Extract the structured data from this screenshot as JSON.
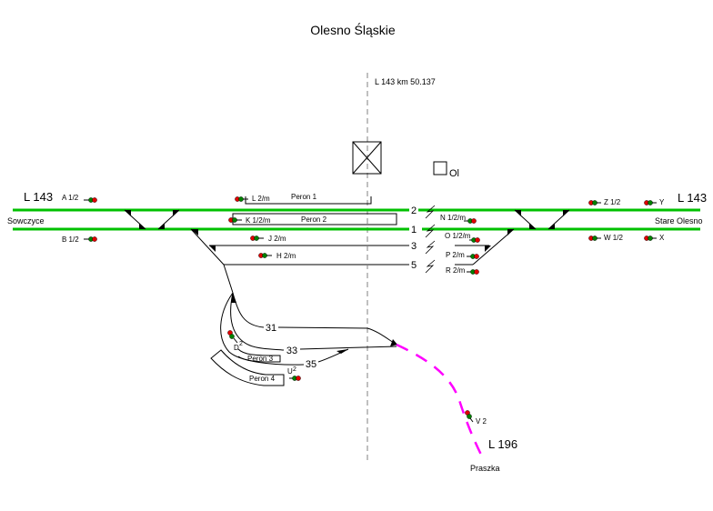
{
  "title": "Olesno Śląskie",
  "km_marker": "L 143  km  50.137",
  "colors": {
    "main_track": "#00c000",
    "side_track": "#808080",
    "branch_line": "#ff00ff",
    "signal_red": "#e00000",
    "signal_green": "#008000",
    "text": "#000000"
  },
  "lines": {
    "left_line": "L 143",
    "right_line": "L 143",
    "branch_line": "L 196"
  },
  "directions": {
    "left": "Sowczyce",
    "right": "Stare Olesno",
    "branch": "Praszka"
  },
  "station_building_label": "Ol",
  "tracks": [
    {
      "number": "2",
      "type": "main"
    },
    {
      "number": "1",
      "type": "main"
    },
    {
      "number": "3",
      "type": "side"
    },
    {
      "number": "5",
      "type": "side"
    },
    {
      "number": "31",
      "type": "side"
    },
    {
      "number": "33",
      "type": "side"
    },
    {
      "number": "35",
      "type": "side"
    }
  ],
  "platforms": [
    {
      "name": "Peron 1"
    },
    {
      "name": "Peron 2"
    },
    {
      "name": "Peron 3"
    },
    {
      "name": "Peron 4"
    }
  ],
  "signals": {
    "A": "A 1/2",
    "B": "B 1/2",
    "L": "L 2/m",
    "K": "K 1/2/m",
    "J": "J 2/m",
    "H": "H 2/m",
    "N": "N 1/2/m",
    "O": "O 1/2/m",
    "P": "P 2/m",
    "R": "R 2/m",
    "Z": "Z 1/2",
    "Y": "Y",
    "W": "W 1/2",
    "X": "X",
    "D": "D",
    "D_sup": "2",
    "U": "U",
    "U_sup": "2",
    "V": "V 2"
  }
}
